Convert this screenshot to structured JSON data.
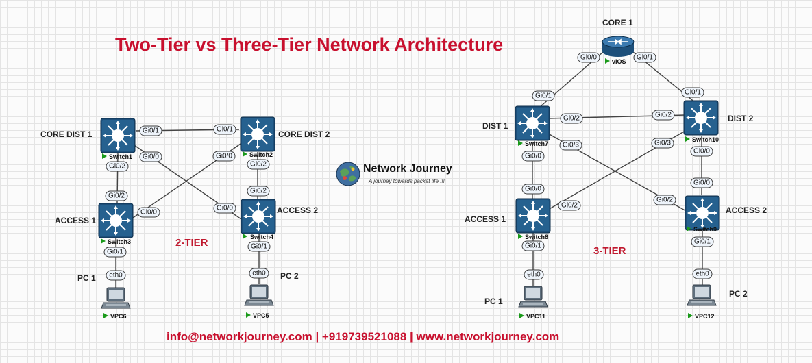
{
  "title": "Two-Tier vs Three-Tier Network Architecture",
  "footer": "info@networkjourney.com | +919739521088 | www.networkjourney.com",
  "brand": {
    "name": "Network Journey",
    "tagline": "A journey towards packet life !!!"
  },
  "colors": {
    "title": "#c8102e",
    "tier_label": "#c0182e",
    "status_run": "#1a9a1a",
    "device_bg": "#1d4f7a"
  },
  "two_tier": {
    "label": "2-TIER",
    "core_dist_1": {
      "label": "CORE DIST 1",
      "name": "Switch1"
    },
    "core_dist_2": {
      "label": "CORE DIST 2",
      "name": "Switch2"
    },
    "access_1": {
      "label": "ACCESS 1",
      "name": "Switch3"
    },
    "access_2": {
      "label": "ACCESS 2",
      "name": "Switch4"
    },
    "pc_1": {
      "label": "PC 1",
      "name": "VPC6"
    },
    "pc_2": {
      "label": "PC 2",
      "name": "VPC5"
    },
    "interfaces": {
      "s1_gi01": "Gi0/1",
      "s2_gi01": "Gi0/1",
      "s1_gi00": "Gi0/0",
      "s2_gi00": "Gi0/0",
      "s1_gi02": "Gi0/2",
      "s3_gi02": "Gi0/2",
      "s2_gi02": "Gi0/2",
      "s4_gi02": "Gi0/2",
      "s3_gi00": "Gi0/0",
      "s4_gi00": "Gi0/0",
      "s3_gi01": "Gi0/1",
      "vpc6_eth0": "eth0",
      "s4_gi01": "Gi0/1",
      "vpc5_eth0": "eth0"
    }
  },
  "three_tier": {
    "label": "3-TIER",
    "core_1": {
      "label": "CORE 1",
      "name": "vIOS"
    },
    "dist_1": {
      "label": "DIST 1",
      "name": "Switch7"
    },
    "dist_2": {
      "label": "DIST 2",
      "name": "Switch10"
    },
    "access_1": {
      "label": "ACCESS 1",
      "name": "Switch8"
    },
    "access_2": {
      "label": "ACCESS 2",
      "name": "Switch9"
    },
    "pc_1": {
      "label": "PC 1",
      "name": "VPC11"
    },
    "pc_2": {
      "label": "PC 2",
      "name": "VPC12"
    },
    "interfaces": {
      "r_gi00": "Gi0/0",
      "r_gi01": "Gi0/1",
      "s7_gi01": "Gi0/1",
      "s10_gi01": "Gi0/1",
      "s7_gi02": "Gi0/2",
      "s10_gi02": "Gi0/2",
      "s7_gi03": "Gi0/3",
      "s10_gi03": "Gi0/3",
      "s7_gi00": "Gi0/0",
      "s8_gi00": "Gi0/0",
      "s10_gi00": "Gi0/0",
      "s9_gi00": "Gi0/0",
      "s8_gi02": "Gi0/2",
      "s9_gi02": "Gi0/2",
      "s8_gi01": "Gi0/1",
      "vpc11_eth0": "eth0",
      "s9_gi01": "Gi0/1",
      "vpc12_eth0": "eth0"
    }
  }
}
